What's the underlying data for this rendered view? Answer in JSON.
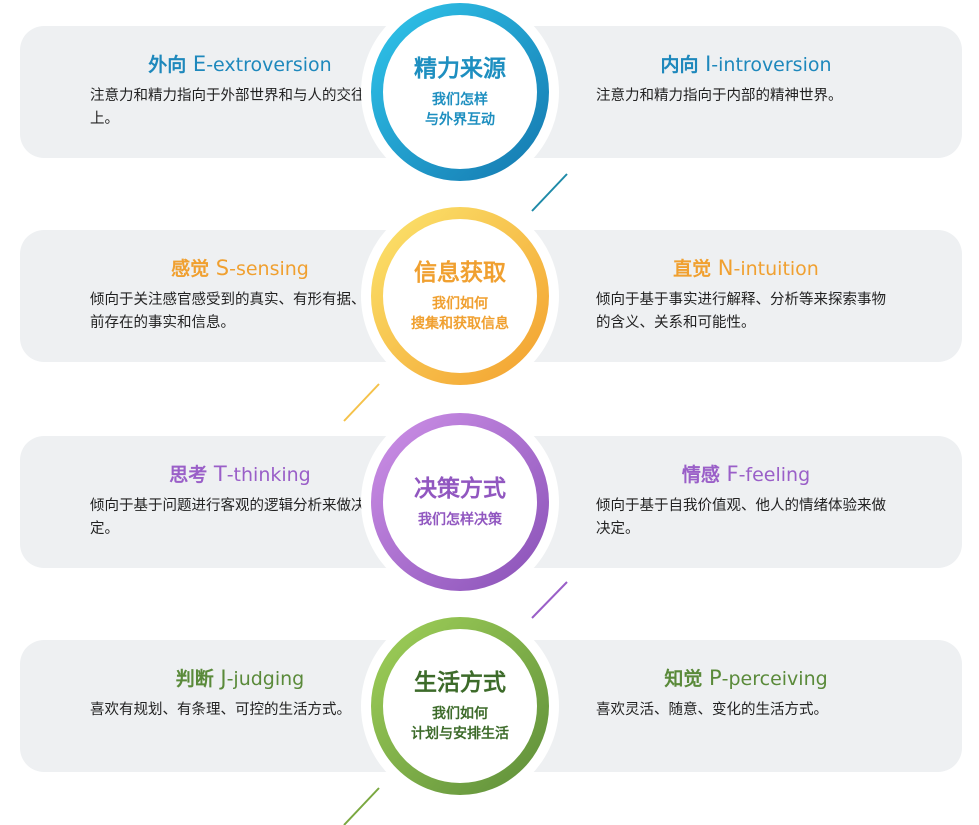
{
  "rows": [
    {
      "center": {
        "title": "精力来源",
        "sub1": "我们怎样",
        "sub2": "与外界互动",
        "color": "#1e8fc0"
      },
      "left": {
        "cn": "外向 ",
        "letter": "E",
        "en": "-extroversion",
        "desc": "注意力和精力指向于外部世界和与人的交往上。"
      },
      "right": {
        "cn": "内向 ",
        "letter": "I",
        "en": "-introversion",
        "desc": "注意力和精力指向于内部的精神世界。"
      },
      "colors": {
        "ring_start": "#2fc4ea",
        "ring_end": "#1579b0",
        "accent": "#1e88bc"
      }
    },
    {
      "center": {
        "title": "信息获取",
        "sub1": "我们如何",
        "sub2": "搜集和获取信息",
        "color": "#f0a030"
      },
      "left": {
        "cn": "感觉 ",
        "letter": "S",
        "en": "-sensing",
        "desc": "倾向于关注感官感受到的真实、有形有据、当前存在的事实和信息。"
      },
      "right": {
        "cn": "直觉 ",
        "letter": "N",
        "en": "-intuition",
        "desc": "倾向于基于事实进行解释、分析等来探索事物的含义、关系和可能性。"
      },
      "colors": {
        "ring_start": "#fbe36c",
        "ring_end": "#f3a12f",
        "accent": "#f0a030"
      }
    },
    {
      "center": {
        "title": "决策方式",
        "sub1": "我们怎样决策",
        "sub2": "",
        "color": "#9157c0"
      },
      "left": {
        "cn": "思考 ",
        "letter": "T",
        "en": "-thinking",
        "desc": "倾向于基于问题进行客观的逻辑分析来做决定。"
      },
      "right": {
        "cn": "情感 ",
        "letter": "F",
        "en": "-feeling",
        "desc": "倾向于基于自我价值观、他人的情绪体验来做决定。"
      },
      "colors": {
        "ring_start": "#cc8fe6",
        "ring_end": "#8a52b8",
        "accent": "#9a5fc8"
      }
    },
    {
      "center": {
        "title": "生活方式",
        "sub1": "我们如何",
        "sub2": "计划与安排生活",
        "color": "#5a8a3a"
      },
      "left": {
        "cn": "判断 ",
        "letter": "J",
        "en": "-judging",
        "desc": "喜欢有规划、有条理、可控的生活方式。"
      },
      "right": {
        "cn": "知觉 ",
        "letter": "P",
        "en": "-perceiving",
        "desc": "喜欢灵活、随意、变化的生活方式。"
      },
      "colors": {
        "ring_start": "#9fcf58",
        "ring_end": "#5f8f3a",
        "accent": "#5a8a3a"
      }
    }
  ]
}
